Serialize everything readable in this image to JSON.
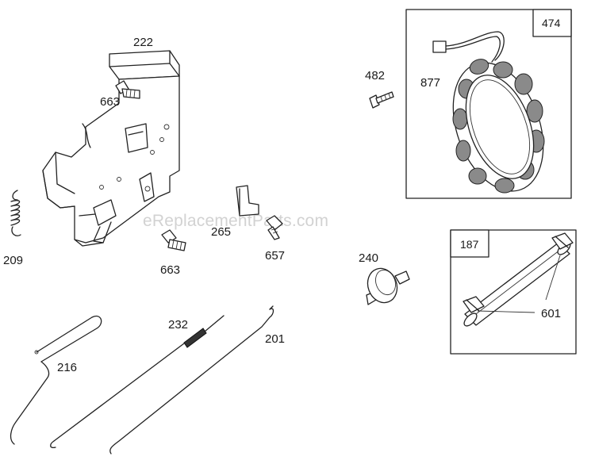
{
  "watermark": "eReplacementParts.com",
  "parts": {
    "p222": "222",
    "p663a": "663",
    "p663b": "663",
    "p209": "209",
    "p265": "265",
    "p657": "657",
    "p482": "482",
    "p877": "877",
    "p474": "474",
    "p187": "187",
    "p240": "240",
    "p601": "601",
    "p232": "232",
    "p216": "216",
    "p201": "201"
  }
}
